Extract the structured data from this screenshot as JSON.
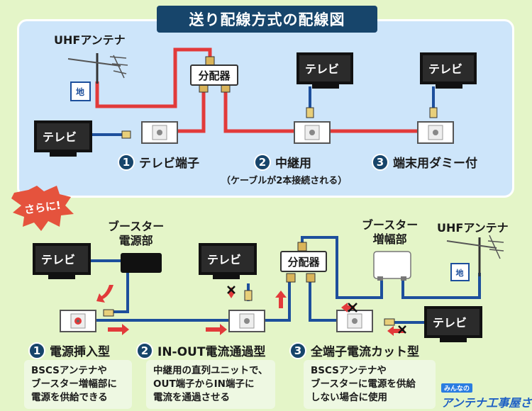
{
  "title": "送り配線方式の配線図",
  "top": {
    "antenna_label": "UHFアンテナ",
    "splitter_label": "分配器",
    "tv_label": "テレビ",
    "steps": [
      {
        "num": "1",
        "label": "テレビ端子"
      },
      {
        "num": "2",
        "label": "中継用"
      },
      {
        "num": "3",
        "label": "端末用ダミー付"
      }
    ],
    "note": "（ケーブルが2本接続される）"
  },
  "badge": "さらに!",
  "bottom": {
    "booster_power_label_line1": "ブースター",
    "booster_power_label_line2": "電源部",
    "booster_amp_label_line1": "ブースター",
    "booster_amp_label_line2": "増幅部",
    "antenna_label": "UHFアンテナ",
    "splitter_label": "分配器",
    "tv_label": "テレビ",
    "steps": [
      {
        "num": "1",
        "label": "電源挿入型",
        "desc": [
          "BSCSアンテナや",
          "ブースター増幅部に",
          "電源を供給できる"
        ]
      },
      {
        "num": "2",
        "label": "IN-OUT電流通過型",
        "desc": [
          "中継用の直列ユニットで、",
          "OUT端子からIN端子に",
          "電流を通過させる"
        ]
      },
      {
        "num": "3",
        "label": "全端子電流カット型",
        "desc": [
          "BSCSアンテナや",
          "ブースターに電源を供給",
          "しない場合に使用"
        ]
      }
    ]
  },
  "logo": {
    "small": "みんなの",
    "main": "アンテナ工事屋さん"
  },
  "colors": {
    "accent_navy": "#17456b",
    "cable_red": "#e23a3a",
    "cable_blue": "#1d4f9c",
    "panel_blue": "#cde5fa",
    "bg_green": "#e4f5c8"
  }
}
